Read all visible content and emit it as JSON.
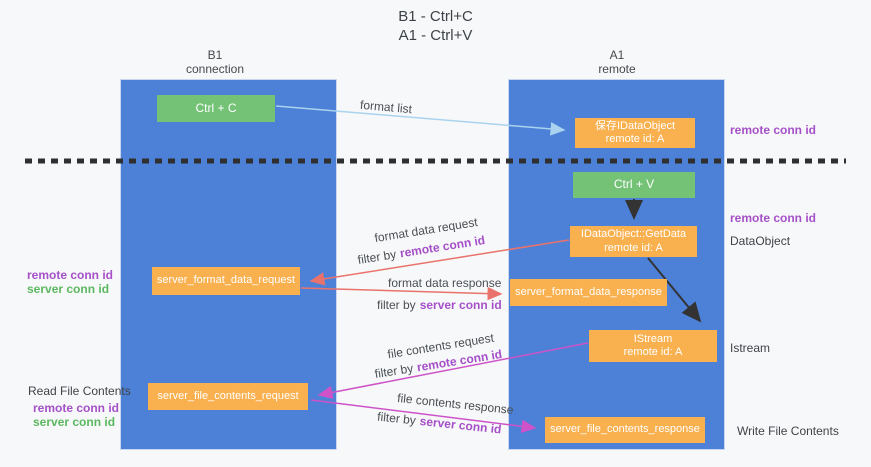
{
  "title": {
    "line1": "B1 - Ctrl+C",
    "line2": "A1 - Ctrl+V"
  },
  "lanes": {
    "left": {
      "name": "B1",
      "role": "connection"
    },
    "right": {
      "name": "A1",
      "role": "remote"
    }
  },
  "boxes": {
    "ctrl_c": {
      "label": "Ctrl + C"
    },
    "save_idataobject": {
      "line1": "保存IDataObject",
      "line2": "remote id: A"
    },
    "ctrl_v": {
      "label": "Ctrl + V"
    },
    "getdata": {
      "line1": "IDataObject::GetData",
      "line2": "remote id: A"
    },
    "format_request": {
      "label": "server_format_data_request"
    },
    "format_response": {
      "label": "server_format_data_response"
    },
    "istream": {
      "line1": "IStream",
      "line2": "remote id: A"
    },
    "file_request": {
      "label": "server_file_contents_request"
    },
    "file_response": {
      "label": "server_file_contents_response"
    }
  },
  "annotations": {
    "right_remote_conn_id_top": "remote conn id",
    "right_remote_conn_id_mid": "remote conn id",
    "dataobject": "DataObject",
    "istream": "Istream",
    "write_file_contents": "Write File Contents",
    "left_mid_remote_conn_id": "remote conn id",
    "left_mid_server_conn_id": "server conn id",
    "read_file_contents": "Read File Contents",
    "left_bottom_remote_conn_id": "remote conn id",
    "left_bottom_server_conn_id": "server conn id"
  },
  "arrows": {
    "format_list": {
      "label": "format list"
    },
    "format_data_request": {
      "label": "format data request",
      "filter_prefix": "filter by",
      "filter_key": "remote conn id"
    },
    "format_data_response": {
      "label": "format data response",
      "filter_prefix": "filter by",
      "filter_key": "server conn id"
    },
    "file_contents_request": {
      "label": "file contents request",
      "filter_prefix": "filter by",
      "filter_key": "remote conn id"
    },
    "file_contents_response": {
      "label": "file contents response",
      "filter_prefix": "filter by",
      "filter_key": "server conn id"
    }
  },
  "colors": {
    "lane_blue": "#4d81d8",
    "box_green": "#74c276",
    "box_orange": "#f9b04f",
    "accent_purple": "#a550c8",
    "accent_green": "#5cb860",
    "arrow_salmon": "#e9736c",
    "arrow_magenta": "#ce53c9",
    "arrow_lightblue": "#a9d3ee",
    "arrow_black": "#333333"
  }
}
